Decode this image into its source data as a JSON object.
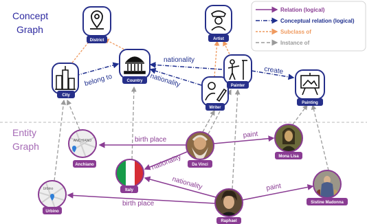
{
  "sections": {
    "concept": [
      "Concept",
      "Graph"
    ],
    "entity": [
      "Entity",
      "Graph"
    ]
  },
  "legend": {
    "relation": "Relation (logical)",
    "conceptual": "Conceptual relation (logical)",
    "subclass": "Subclass of",
    "instance": "Instance of"
  },
  "concepts": {
    "district": "District",
    "artist": "Artist",
    "city": "City",
    "country": "Country",
    "writer": "Writer",
    "painter": "Painter",
    "painting": "Painting"
  },
  "entities": {
    "anchiano": "Anchiano",
    "urbino": "Urbino",
    "italy": "Italy",
    "davinci": "Da Vinci",
    "raphael": "Raphael",
    "monalisa": "Mona Lisa",
    "sistine": "Sistine Madonna"
  },
  "map_texts": {
    "anchiano": "ANCHIANO",
    "urbino": "Urbino"
  },
  "edges": {
    "belong_to": "belong to",
    "nationality_top": "nationality",
    "nationality_writer": "nationality",
    "create": "create",
    "birth_place_davinci": "birth place",
    "paint_davinci": "paint",
    "nationality_davinci": "nationality",
    "nationality_raphael": "nationality",
    "paint_raphael": "paint",
    "birth_place_raphael": "birth place"
  },
  "colors": {
    "title": "#2e2aa0",
    "entity_title": "#a56ab5",
    "relation": "#8a3c93",
    "conceptual": "#1f2f8e",
    "subclass": "#ef9a5f",
    "instance": "#9a9a9a",
    "node_fill": "#262f8a"
  }
}
